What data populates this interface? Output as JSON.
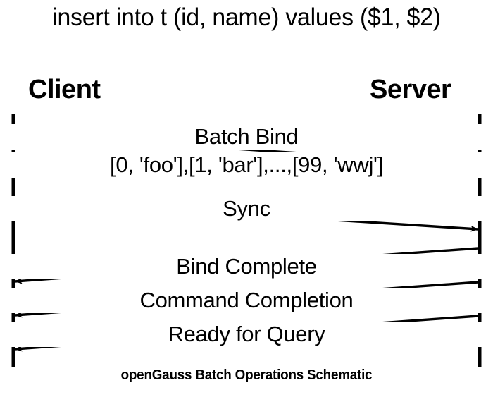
{
  "title": "insert into t (id, name) values ($1, $2)",
  "actors": {
    "client": "Client",
    "server": "Server"
  },
  "messages": [
    {
      "id": "batch-bind",
      "line1": "Batch Bind",
      "line2": "[0, 'foo'],[1, 'bar'],...,[99, 'wwj']",
      "direction": "client-to-server"
    },
    {
      "id": "sync",
      "line1": "Sync",
      "direction": "client-to-server"
    },
    {
      "id": "bind-complete",
      "line1": "Bind Complete",
      "direction": "server-to-client"
    },
    {
      "id": "command-completion",
      "line1": "Command Completion",
      "direction": "server-to-client"
    },
    {
      "id": "ready-for-query",
      "line1": "Ready for Query",
      "direction": "server-to-client"
    }
  ],
  "caption": "openGauss Batch Operations Schematic",
  "colors": {
    "ink": "#000000",
    "background": "#ffffff"
  }
}
